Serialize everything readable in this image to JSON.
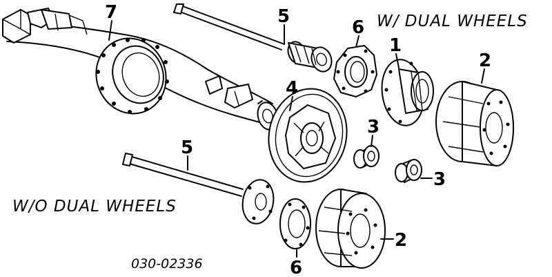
{
  "captions": {
    "with_dual_wheels": "W/ DUAL WHEELS",
    "without_dual_wheels": "W/O DUAL WHEELS",
    "diagram_code": "030-02336"
  },
  "callouts": {
    "axle_housing": "7",
    "axle_shaft_upper": "5",
    "axle_shaft_lower": "5",
    "gasket_upper": "6",
    "gasket_lower": "6",
    "hub": "1",
    "drum_upper": "2",
    "drum_lower": "2",
    "backing_plate": "4",
    "bearing_upper": "3",
    "bearing_lower": "3"
  }
}
